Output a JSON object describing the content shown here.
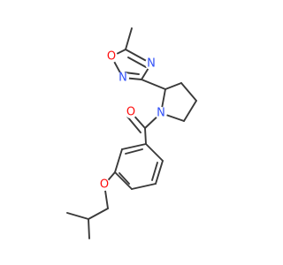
{
  "molecule": {
    "colors": {
      "bond": "#3a3a3a",
      "oxygen": "#ff0d0d",
      "nitrogen": "#3050f8",
      "background": "#ffffff"
    },
    "atom_labels": {
      "ring_oxygen": "O",
      "ring_nitrogen_top": "N",
      "ring_nitrogen_bottom": "N",
      "carbonyl_oxygen": "O",
      "amide_nitrogen": "N",
      "ether_oxygen": "O"
    }
  }
}
